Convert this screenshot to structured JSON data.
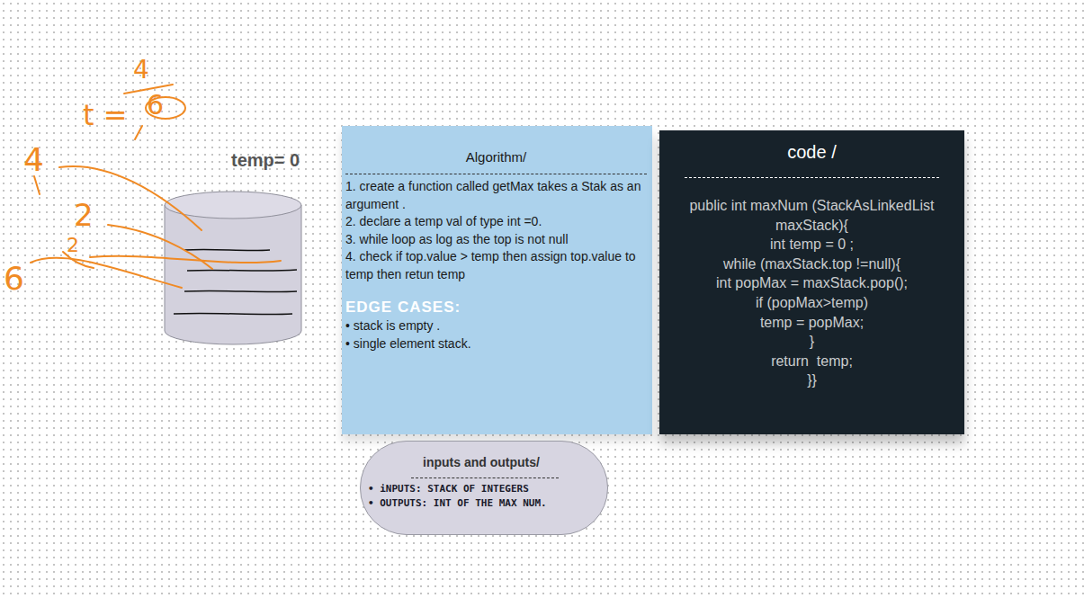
{
  "diagram": {
    "nodes": [
      {
        "text": [
          "Algorithm/",
          "1. create a function called getMax takes a Stak as an argument .",
          "2. declare a temp val of type int =0.",
          "3. while loop as log as the top is not null",
          "4. check if top.value > temp then assign top.value to temp then retun temp",
          "EDGE CASES:",
          "• stack is empty .",
          "• single element stack."
        ]
      },
      {
        "text": [
          "code /",
          "public int maxNum (StackAsLinkedList maxStack){",
          "int temp = 0 ;",
          "while (maxStack.top !=null){",
          "int popMax = maxStack.pop();",
          "if (popMax>temp)",
          "temp = popMax;",
          "}",
          "return  temp;",
          "}}"
        ]
      },
      {
        "text": [
          "inputs and outputs/",
          "• iNPUTS: STACK OF INTEGERS",
          "• OUTPUTS: INT OF THE MAX NUM."
        ]
      }
    ],
    "labels": [
      "temp= 0",
      "t =",
      "4",
      "6",
      "4",
      "2",
      "2",
      "6"
    ]
  }
}
